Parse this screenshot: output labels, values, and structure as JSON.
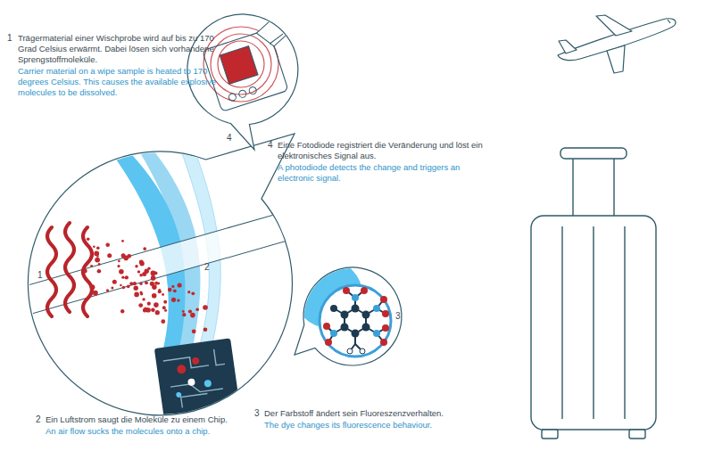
{
  "diagram": {
    "nodes": [
      {
        "text": [
          "1",
          "2"
        ]
      },
      {
        "text": [
          "3"
        ]
      },
      {
        "text": [
          "4"
        ]
      }
    ],
    "labels": [
      "1",
      "Trägermaterial einer Wischprobe wird auf bis zu 170 Grad Celsius erwärmt. Dabei lösen sich vorhandene Sprengstoffmoleküle.",
      "Carrier material on a wipe sample is heated to 170 degrees Celsius. This causes the available explosive molecules to be dissolved.",
      "4",
      "Eine Fotodiode registriert die Veränderung und löst ein elektronisches Signal aus.",
      "A photodiode detects the change and triggers an electronic signal.",
      "2",
      "Ein Luftstrom saugt die Moleküle zu einem Chip.",
      "An air flow sucks the molecules onto a chip.",
      "3",
      "Der Farbstoff ändert sein Fluoreszenzverhalten.",
      "The dye changes its fluorescence behaviour."
    ]
  }
}
